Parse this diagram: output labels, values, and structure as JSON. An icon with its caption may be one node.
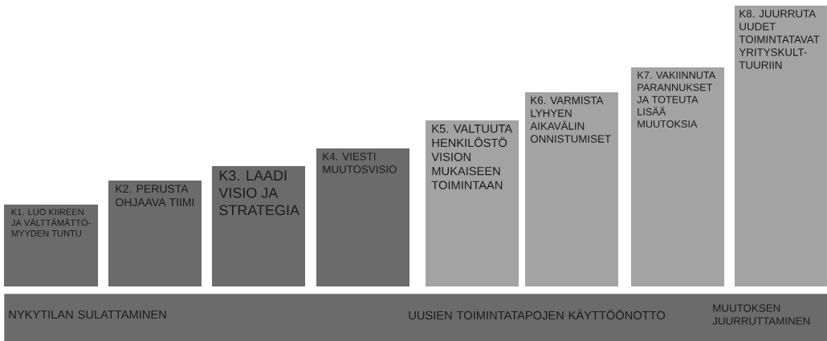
{
  "diagram": {
    "nodes": [
      {
        "text": [
          "K1. LUO KIIREEN JA VÄLTTÄMÄTTÖ-MYYDEN TUNTU"
        ]
      },
      {
        "text": [
          "K2. PERUSTA OHJAAVA TIIMI"
        ]
      },
      {
        "text": [
          "K3. LAADI VISIO JA STRATEGIA"
        ]
      },
      {
        "text": [
          "K4. VIESTI MUUTOSVISIO"
        ]
      },
      {
        "text": [
          "K5. VALTUUTA HENKILÖSTÖ VISION MUKAISEEN TOIMINTAAN"
        ]
      },
      {
        "text": [
          "K6. VARMISTA LYHYEN AIKAVÄLIN ONNISTUMISET"
        ]
      },
      {
        "text": [
          "K7. VAKIINNUTA PARANNUKSET JA TOTEUTA LISÄÄ MUUTOKSIA"
        ]
      },
      {
        "text": [
          "K8. JUURRUTA UUDET TOIMINTATAVAT YRITYSKULT-TUURIIN"
        ]
      },
      {
        "text": [
          "NYKYTILAN SULATTAMINEN",
          "UUSIEN TOIMINTATAPOJEN KÄYTTÖÖNOTTO",
          "MUUTOKSEN JUURRUTTAMINEN"
        ]
      }
    ]
  }
}
